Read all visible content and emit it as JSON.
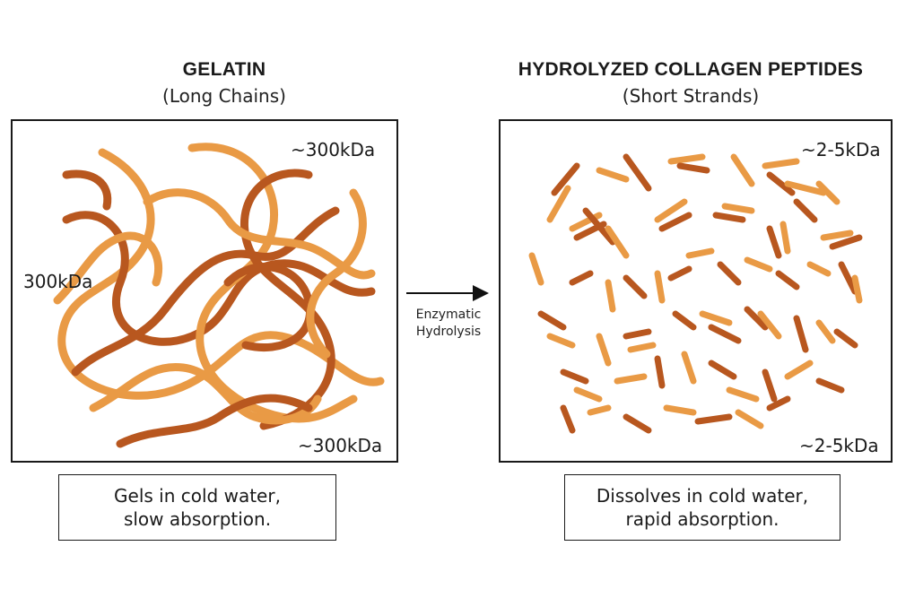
{
  "left": {
    "title": "GELATIN",
    "subtitle": "(Long Chains)",
    "labels": {
      "top_right": "~300kDa",
      "mid_left": "300kDa",
      "bottom_right": "~300kDa"
    },
    "caption": [
      "Gels in cold water,",
      "slow absorption."
    ]
  },
  "arrow": {
    "line1": "Enzymatic",
    "line2": "Hydrolysis"
  },
  "right": {
    "title": "HYDROLYZED COLLAGEN PEPTIDES",
    "subtitle": "(Short Strands)",
    "labels": {
      "top_right": "~2-5kDa",
      "bottom_right": "~2-5kDa"
    },
    "caption": [
      "Dissolves in cold water,",
      "rapid absorption."
    ]
  },
  "colors": {
    "dark_strand": "#b8571f",
    "light_strand": "#e99a45",
    "border": "#1a1a1a"
  }
}
